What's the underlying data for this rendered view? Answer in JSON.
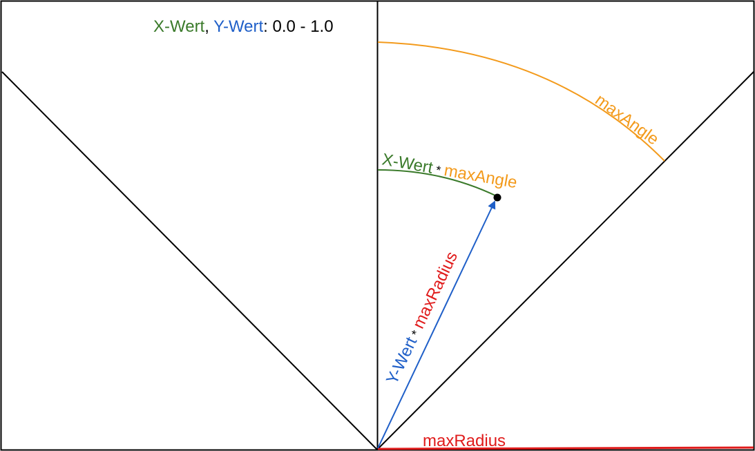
{
  "colors": {
    "x_value": "#3a7a2a",
    "y_value": "#1f5fc8",
    "max_angle": "#f39a1b",
    "max_radius": "#e01b1b",
    "line": "#000000"
  },
  "header": {
    "x_label": "X-Wert",
    "separator": ", ",
    "y_label": "Y-Wert",
    "range_text": ": 0.0 - 1.0"
  },
  "labels": {
    "max_angle": "maxAngle",
    "x_term": "X-Wert",
    "multiply_1": " * ",
    "x_term_angle": "maxAngle",
    "y_term": "Y-Wert",
    "multiply_2": " * ",
    "y_term_radius": "maxRadius",
    "max_radius": "maxRadius"
  }
}
